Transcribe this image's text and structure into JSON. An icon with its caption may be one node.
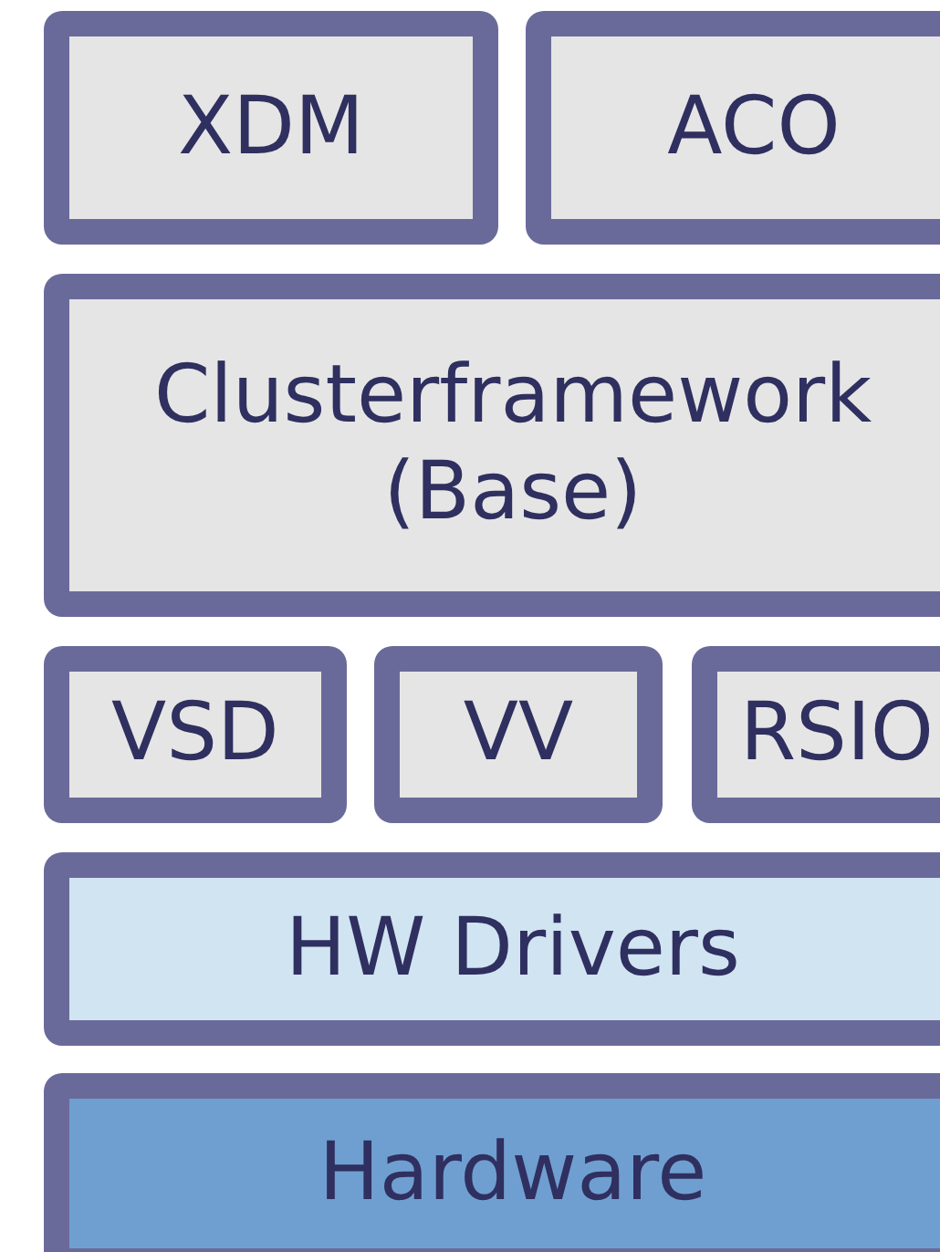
{
  "diagram": {
    "nodes": [
      {
        "text": [
          "XDM"
        ]
      },
      {
        "text": [
          "ACO"
        ]
      },
      {
        "text": [
          "Clusterframework (Base)"
        ]
      },
      {
        "text": [
          "VSD"
        ]
      },
      {
        "text": [
          "VV"
        ]
      },
      {
        "text": [
          "RSIO"
        ]
      },
      {
        "text": [
          "HW Drivers"
        ]
      },
      {
        "text": [
          "Hardware"
        ]
      }
    ]
  }
}
